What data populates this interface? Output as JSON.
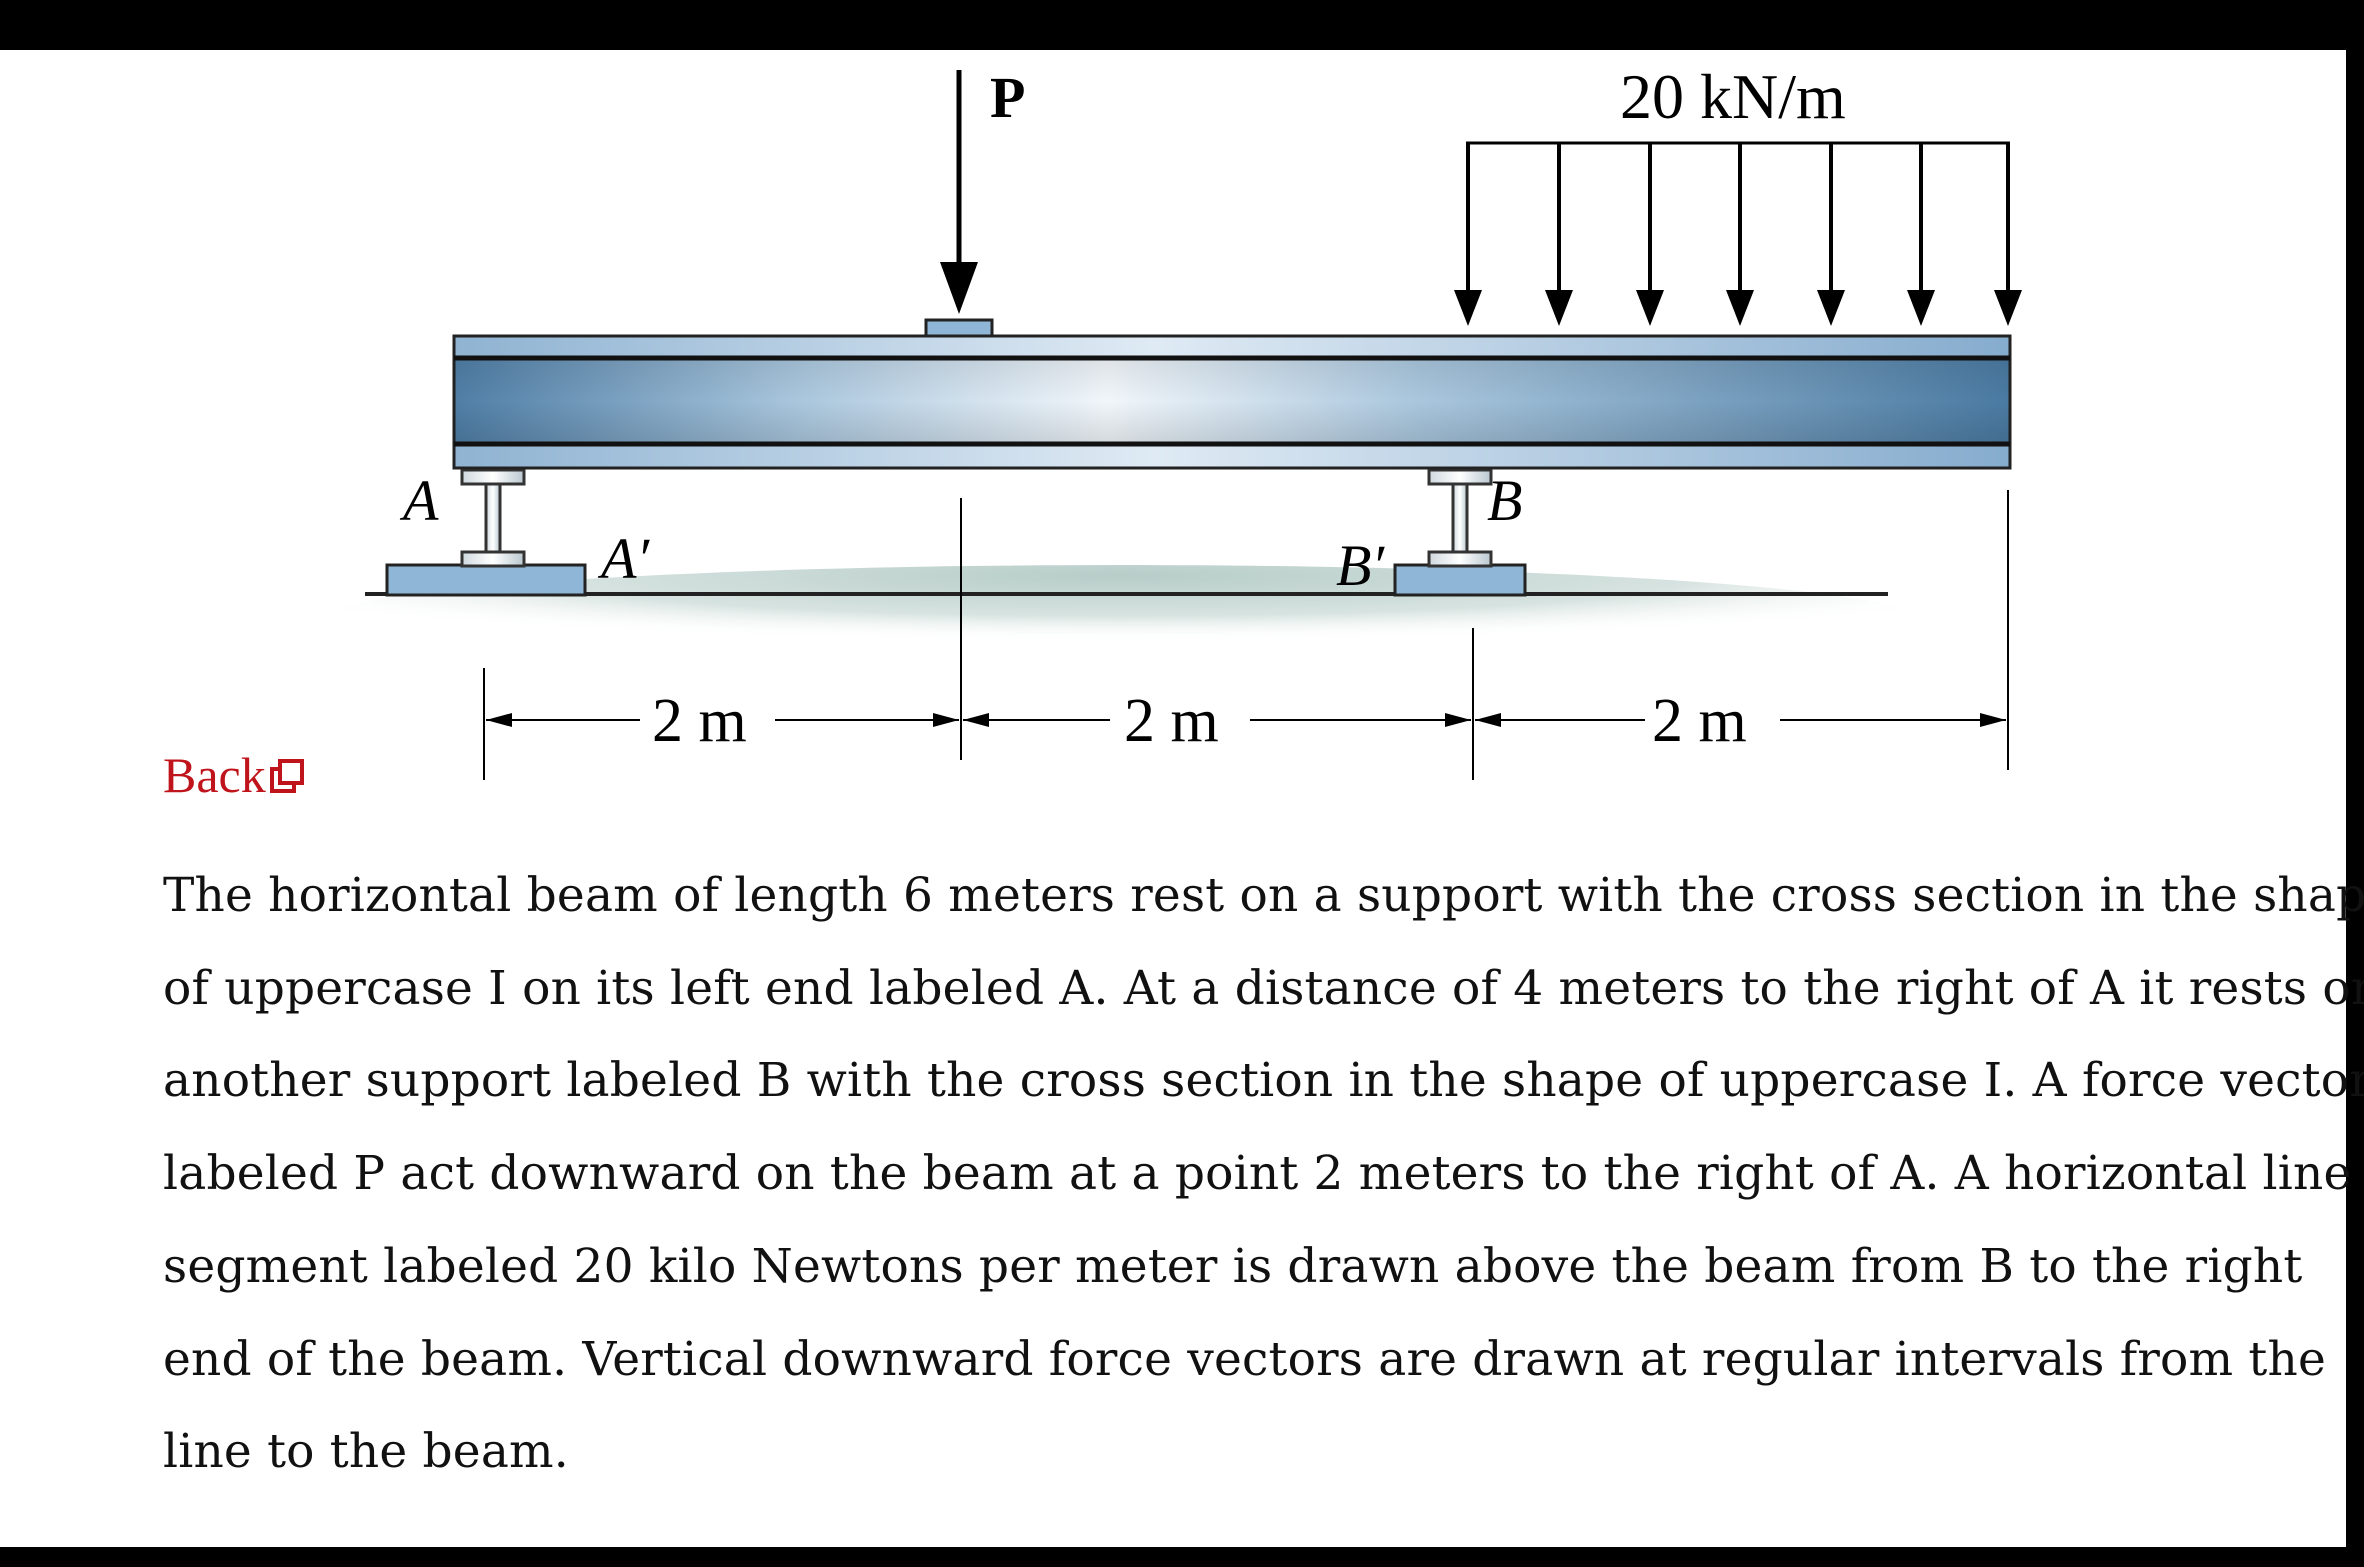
{
  "figure": {
    "load_P_label": "P",
    "distributed_load_label": "20 kN/m",
    "support_A_label": "A",
    "support_A_prime_label": "A′",
    "support_B_label": "B",
    "support_B_prime_label": "B′",
    "dimensions": [
      "2 m",
      "2 m",
      "2 m"
    ],
    "colors": {
      "beam": "#7fa6c8",
      "beam_dark": "#3f6f96",
      "support": "#8fb6d6",
      "ground": "#b7cdc8"
    }
  },
  "back_link": {
    "label": "Back",
    "icon": "popup-window-icon"
  },
  "description_lines": [
    "The horizontal beam of length 6 meters rest on a support with the cross section in the shape",
    "of uppercase I on its left end labeled A. At a distance of 4 meters to the right of A it rests on",
    "another support labeled B with the cross section in the shape of uppercase I. A force vector",
    "labeled P act downward on the beam at a point 2 meters to the right of A. A horizontal line",
    "segment labeled 20 kilo Newtons per meter is drawn above the beam from B to the right",
    "end of the beam. Vertical downward force vectors are drawn at regular intervals from the",
    "line to the beam."
  ]
}
